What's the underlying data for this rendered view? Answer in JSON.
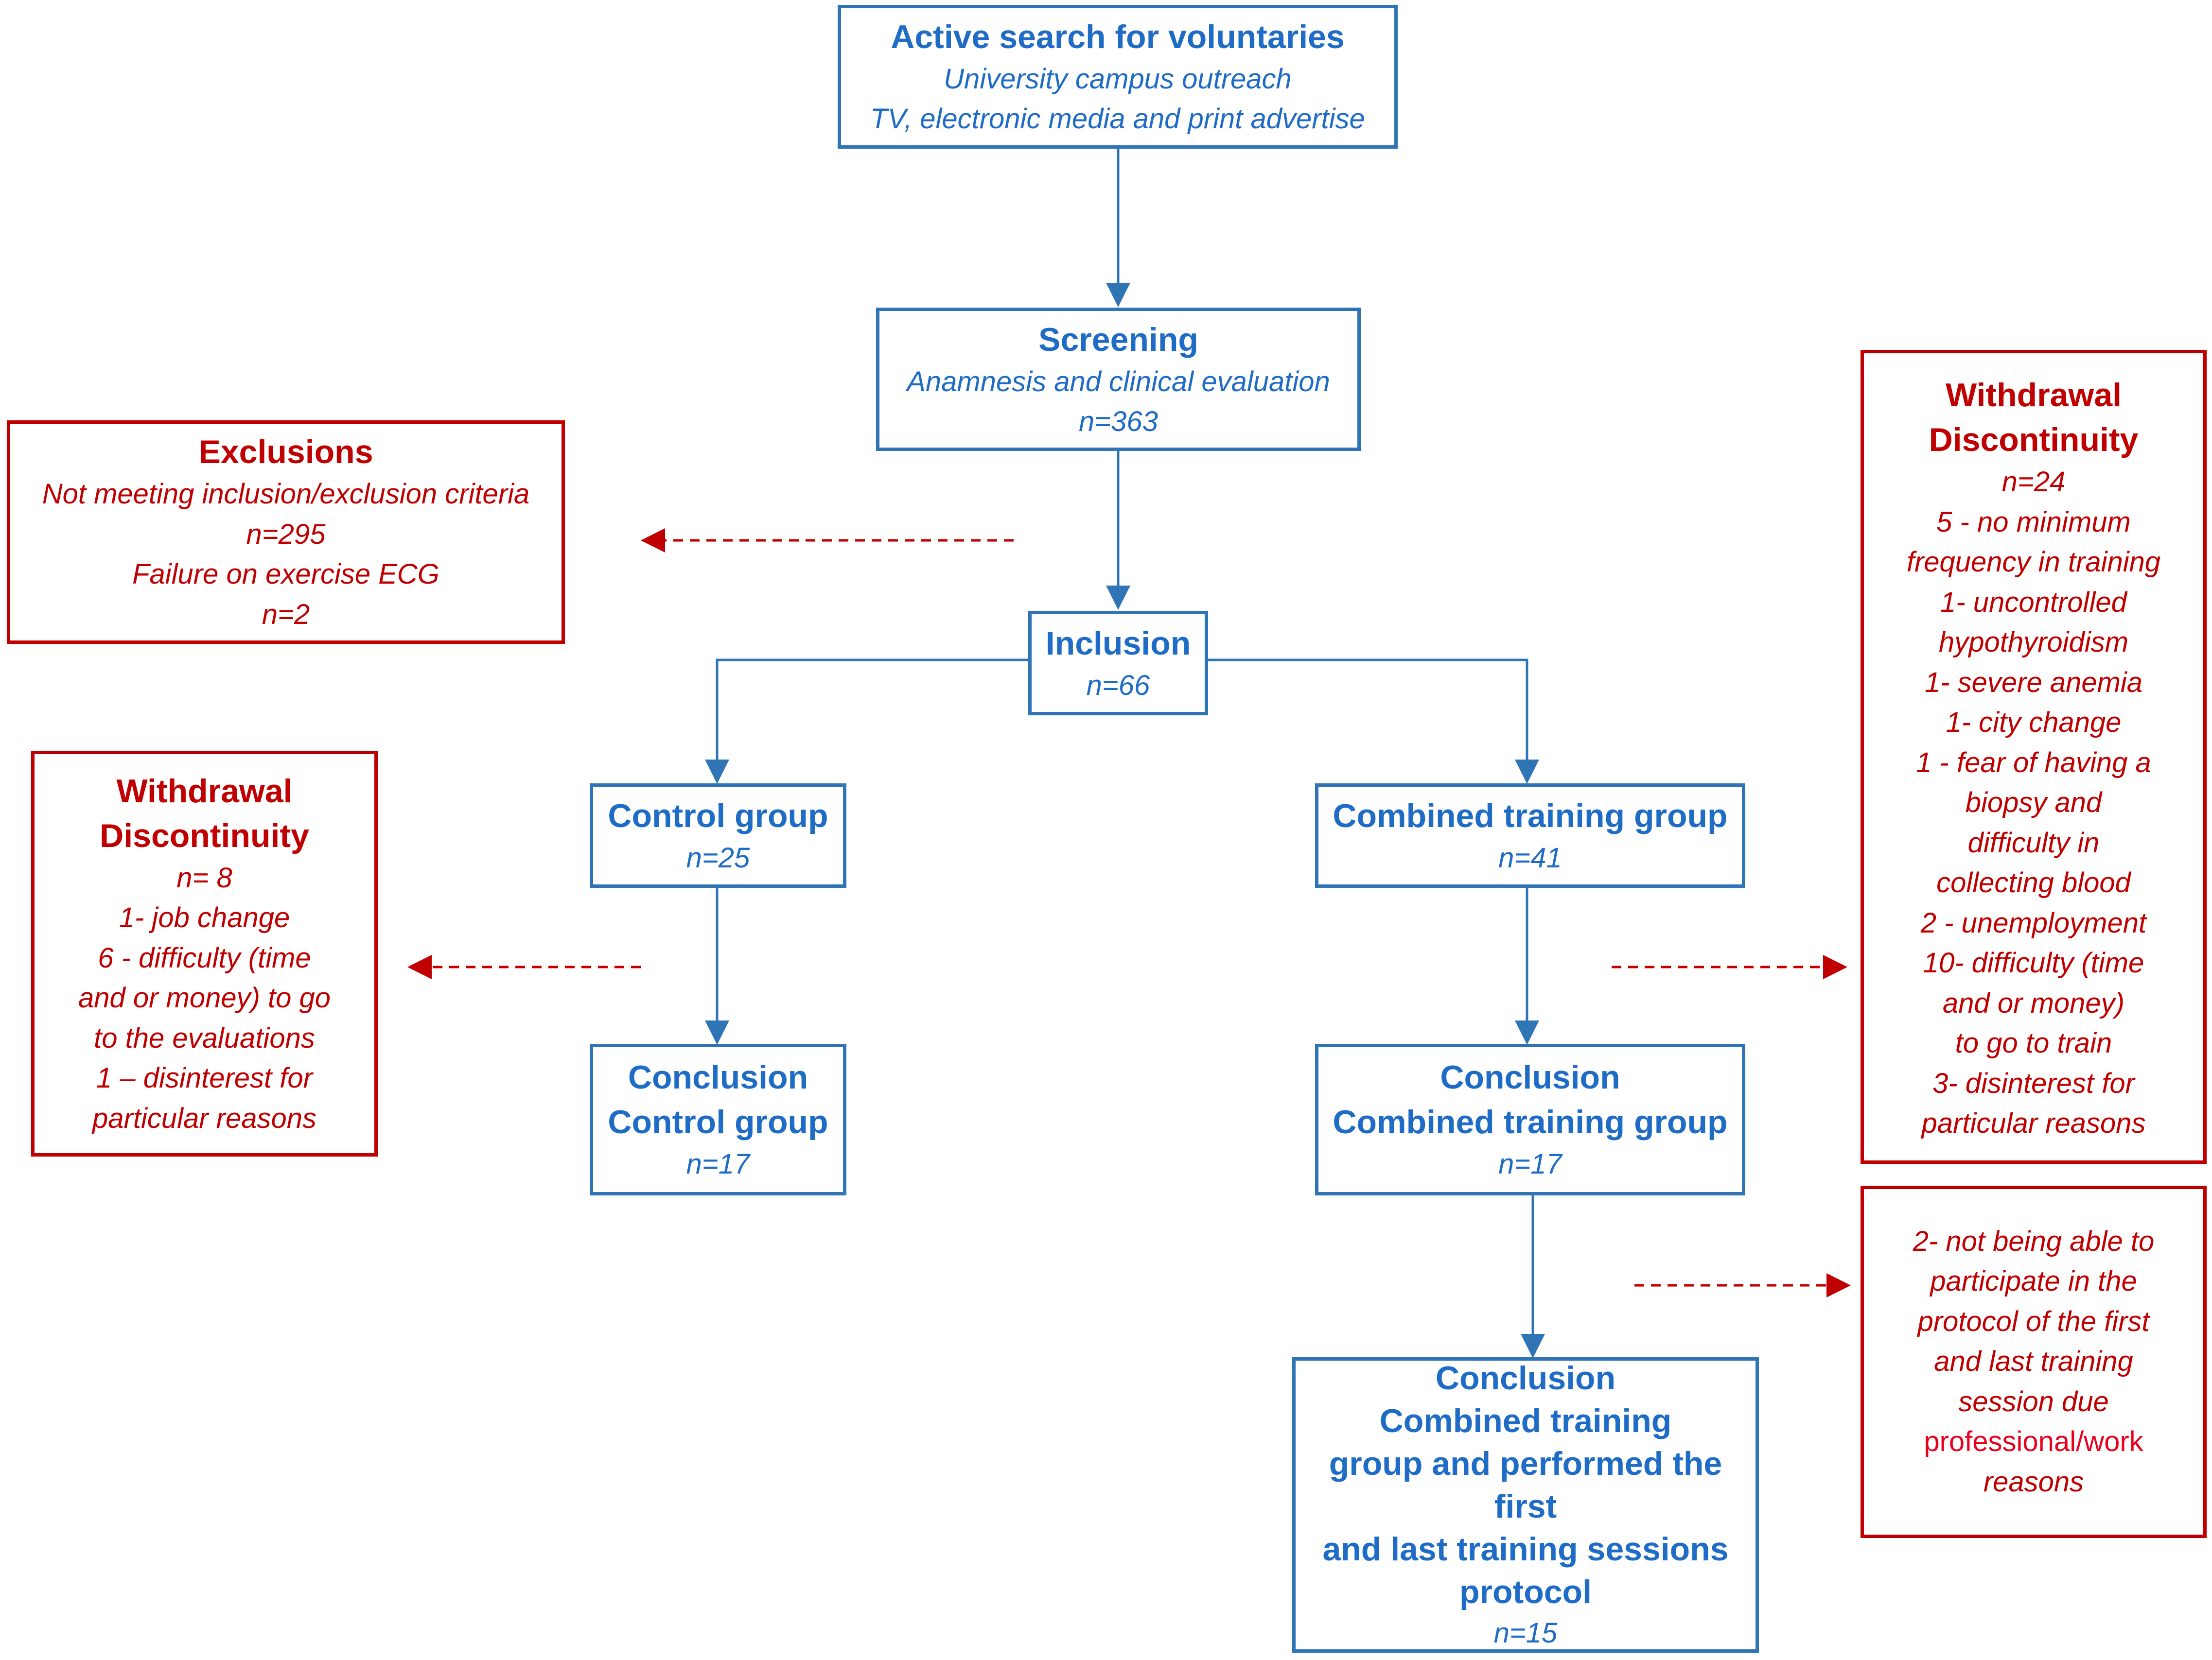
{
  "colors": {
    "flow": "#2f75b5",
    "flow_text": "#1f6cc7",
    "withdraw": "#c00000"
  },
  "nodes": {
    "search": {
      "title": "Active search for voluntaries",
      "line1": "University campus outreach",
      "line2": "TV, electronic media and print advertise"
    },
    "screening": {
      "title": "Screening",
      "subtitle": "Anamnesis and clinical evaluation",
      "n": "n=363"
    },
    "exclusions": {
      "title": "Exclusions",
      "line1": "Not meeting inclusion/exclusion criteria",
      "line2": "n=295",
      "line3": "Failure on exercise ECG",
      "line4": "n=2"
    },
    "inclusion": {
      "title": "Inclusion",
      "n": "n=66"
    },
    "control": {
      "title": "Control group",
      "n": "n=25"
    },
    "combined": {
      "title": "Combined training group",
      "n": "n=41"
    },
    "withdrawal_control": {
      "title1": "Withdrawal",
      "title2": "Discontinuity",
      "lines": [
        "n= 8",
        "1- job change",
        "6 - difficulty (time",
        "and or money) to go",
        "to the evaluations",
        "1 – disinterest for",
        "particular reasons"
      ]
    },
    "withdrawal_combined": {
      "title1": "Withdrawal",
      "title2": "Discontinuity",
      "lines": [
        "n=24",
        "5 - no minimum",
        "frequency in training",
        "1- uncontrolled",
        "hypothyroidism",
        "1- severe anemia",
        "1- city change",
        "1 - fear of having a",
        "biopsy and",
        "difficulty in",
        "collecting blood",
        "2 - unemployment",
        "10- difficulty (time",
        "and or money)",
        "to go to train",
        "3- disinterest for",
        "particular reasons"
      ]
    },
    "conclusion_control": {
      "title1": "Conclusion",
      "title2": "Control group",
      "n": "n=17"
    },
    "conclusion_combined": {
      "title1": "Conclusion",
      "title2": "Combined training group",
      "n": "n=17"
    },
    "conclusion_final": {
      "title_lines": [
        "Conclusion",
        "Combined training",
        "group and performed the first",
        "and last training sessions",
        "protocol"
      ],
      "n": "n=15"
    },
    "not_able": {
      "lines": [
        "2- not being able to",
        "participate in the",
        "protocol of the first",
        "and last training",
        "session due",
        "professional/work",
        "reasons"
      ]
    }
  }
}
